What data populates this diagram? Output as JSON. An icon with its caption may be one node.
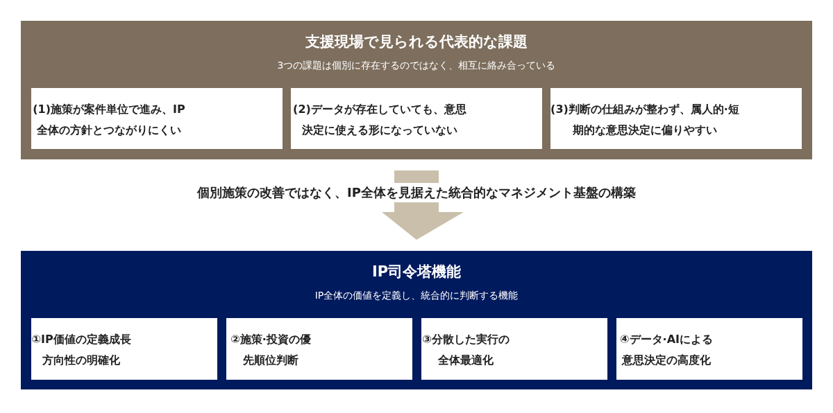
{
  "diagram": {
    "nodes": [
      {
        "text": [
          "支援現場で見られる代表的な課題",
          "3つの課題は個別に存在するのではなく、相互に絡み合っている"
        ]
      },
      {
        "text": [
          "(1)施策が案件単位で進み、IP全体の方針とつながりにくい"
        ],
        "in": 0
      },
      {
        "text": [
          "(2)データが存在していても、意思決定に使える形になっていない"
        ],
        "in": 0
      },
      {
        "text": [
          "(3)判断の仕組みが整わず、属人的·短期的な意思決定に偏りやすい"
        ],
        "in": 0
      },
      {
        "text": [
          "IP司令塔機能",
          "IP全体の価値を定義し、統合的に判断する機能"
        ]
      },
      {
        "text": [
          "①IP価値の定義成長方向性の明確化"
        ],
        "in": 4
      },
      {
        "text": [
          "②施策·投資の優先順位判断"
        ],
        "in": 4
      },
      {
        "text": [
          "③分散した実行の全体最適化"
        ],
        "in": 4
      },
      {
        "text": [
          "④データ·AIによる意思決定の高度化"
        ],
        "in": 4
      }
    ],
    "edges": [
      {
        "from": 0,
        "to": 4,
        "arrow": "to",
        "style": "thick",
        "color": "#c9bfab",
        "label": "個別施策の改善ではなく、IP全体を見据えた統合的なマネジメント基盤の構築"
      }
    ]
  }
}
